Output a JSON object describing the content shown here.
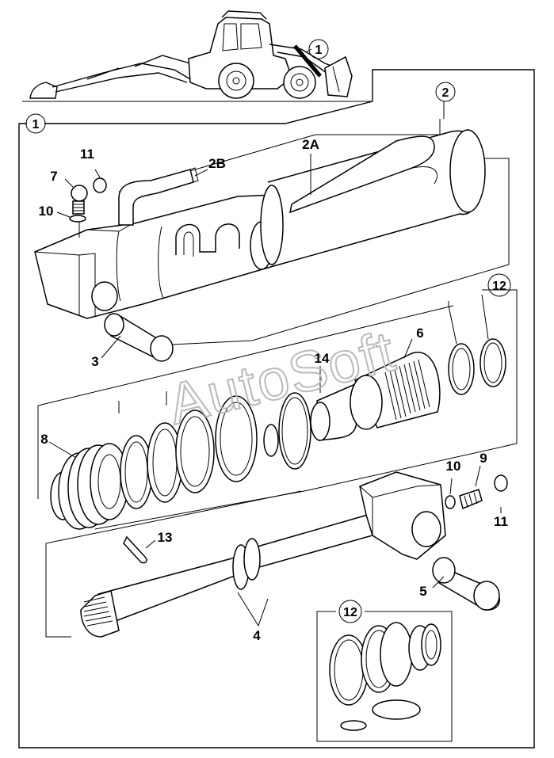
{
  "labels": {
    "machine_ref": "1",
    "frame_ref": "1",
    "p2": "2",
    "p2A": "2A",
    "p2B": "2B",
    "p3": "3",
    "p4": "4",
    "p5": "5",
    "p6": "6",
    "p7": "7",
    "p8": "8",
    "p9": "9",
    "p10_left": "10",
    "p10_right": "10",
    "p11_left": "11",
    "p11_right": "11",
    "p12_top": "12",
    "p12_kit": "12",
    "p13": "13",
    "p14": "14"
  },
  "watermark": "AutoSoft"
}
